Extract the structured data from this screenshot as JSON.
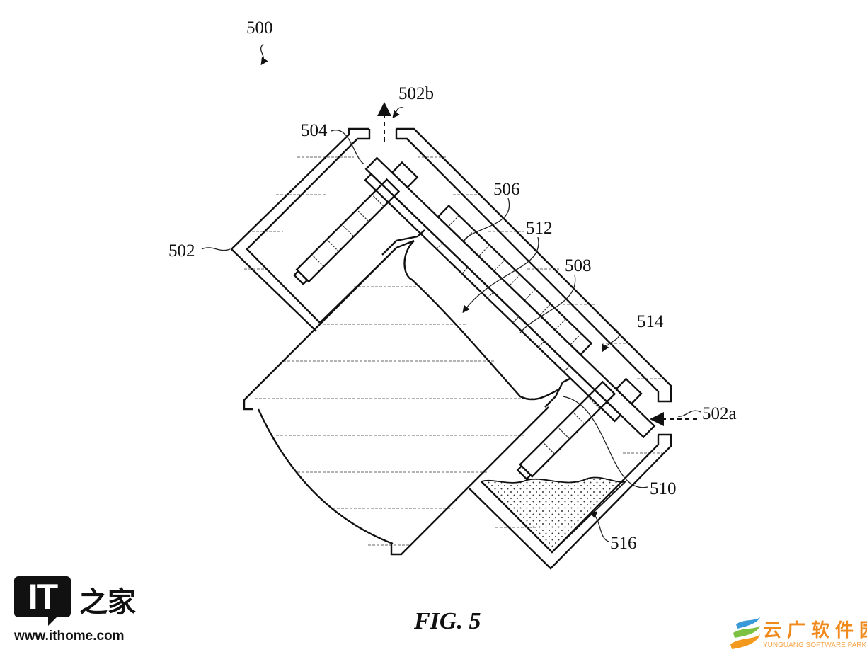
{
  "figure": {
    "caption": "FIG. 5",
    "reference_numerals": {
      "assembly": "500",
      "housing": "502",
      "inlet": "502a",
      "outlet": "502b",
      "plate": "504",
      "element_506": "506",
      "element_508": "508",
      "element_510": "510",
      "element_512": "512",
      "chamber": "514",
      "fill": "516"
    }
  },
  "watermarks": {
    "ithome_logo_text": "IT之家",
    "ithome_url": "www.ithome.com",
    "yunguang_cn": "云广软件园",
    "yunguang_en": "YUNGUANG SOFTWARE PARK"
  }
}
